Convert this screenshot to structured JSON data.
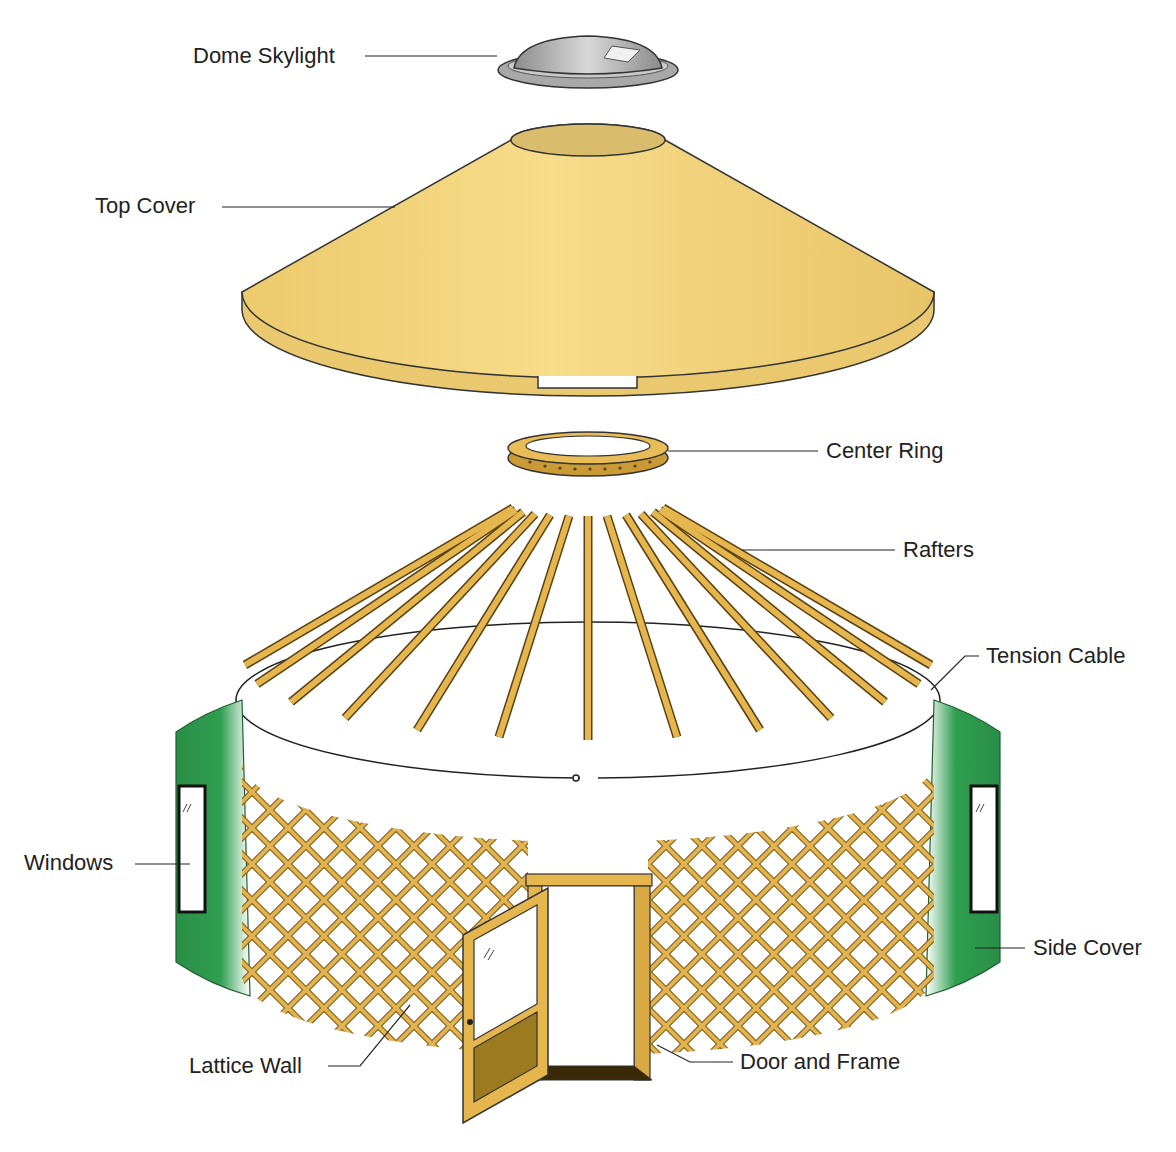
{
  "diagram": {
    "labels": [
      "Dome Skylight",
      "Top Cover",
      "Center Ring",
      "Rafters",
      "Tension Cable",
      "Windows",
      "Side Cover",
      "Lattice Wall",
      "Door and Frame"
    ]
  }
}
